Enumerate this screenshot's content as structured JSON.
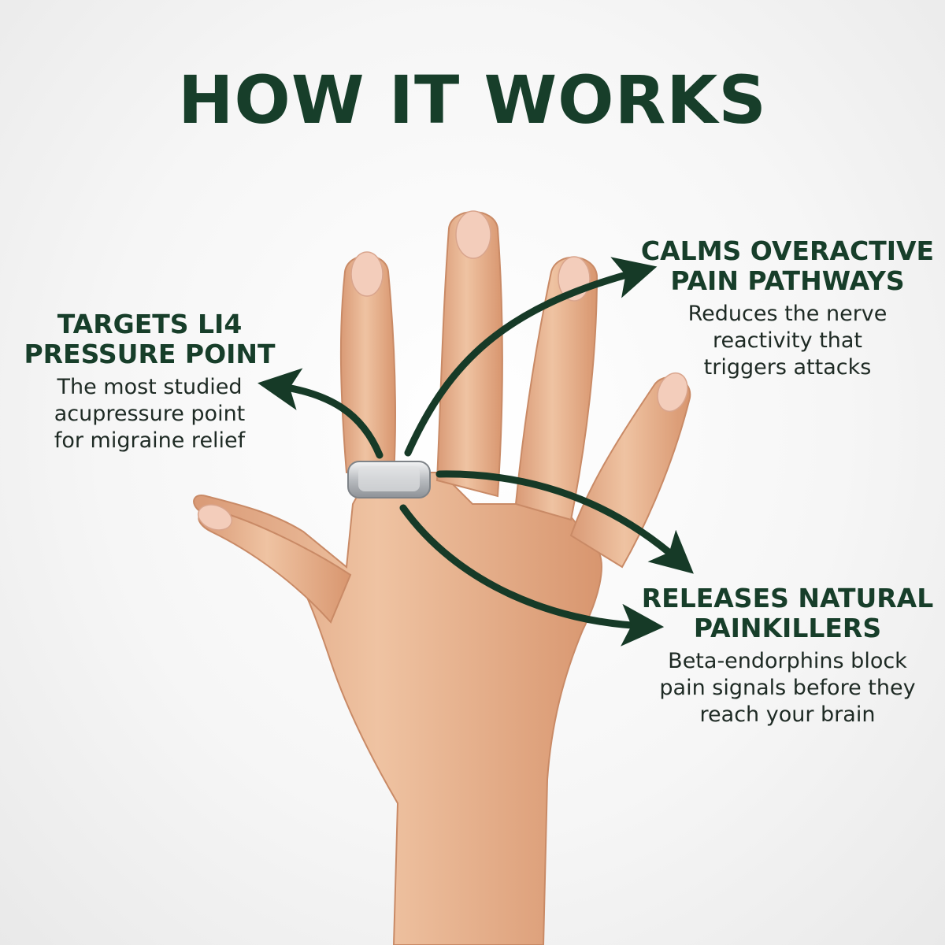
{
  "title": "HOW IT WORKS",
  "colors": {
    "accent": "#173e2a",
    "arrow": "#163a27",
    "skin": "#e6b08e",
    "ring": "#c9ccd0"
  },
  "callouts": {
    "left": {
      "heading": [
        "TARGETS LI4",
        "PRESSURE POINT"
      ],
      "body": [
        "The most studied",
        "acupressure point",
        "for migraine relief"
      ]
    },
    "top_right": {
      "heading": [
        "CALMS OVERACTIVE",
        "PAIN PATHWAYS"
      ],
      "body": [
        "Reduces the nerve",
        "reactivity that",
        "triggers attacks"
      ]
    },
    "bottom_right": {
      "heading": [
        "RELEASES NATURAL",
        "PAINKILLERS"
      ],
      "body": [
        "Beta-endorphins block",
        "pain signals before they",
        "reach your brain"
      ]
    }
  }
}
